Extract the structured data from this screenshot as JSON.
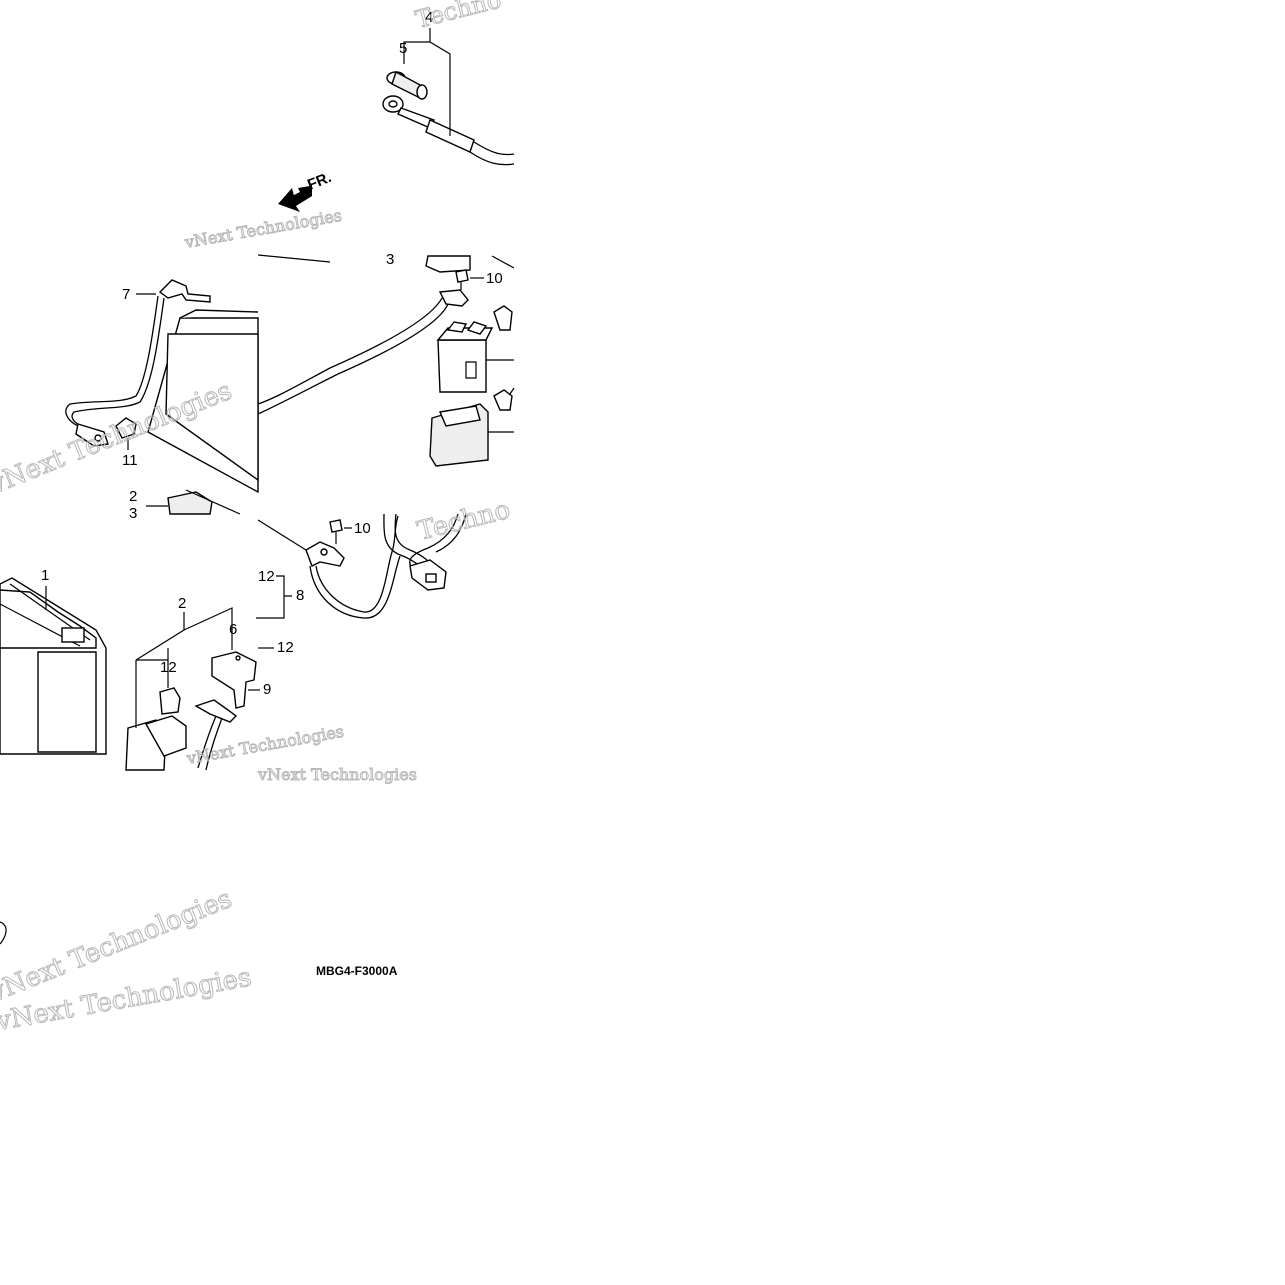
{
  "diagram": {
    "drawing_code": "MBG4-F3000A",
    "direction_label": "FR.",
    "callouts": {
      "c1": "1",
      "c2a": "2",
      "c2b": "2",
      "c3a": "3",
      "c3b": "3",
      "c4": "4",
      "c5": "5",
      "c6": "6",
      "c7": "7",
      "c8": "8",
      "c9": "9",
      "c10a": "10",
      "c10b": "10",
      "c11": "11",
      "c12a": "12",
      "c12b": "12",
      "c12c": "12"
    },
    "watermarks": {
      "w1": "vNext Technologies",
      "w2": "vNext Technologies",
      "w3": "Techno",
      "w4": "Techno",
      "w5": "vNext Technologies",
      "w6": "vNext Technologies",
      "w7": "vNext Technologies",
      "w8": "vNext Technologies"
    }
  }
}
